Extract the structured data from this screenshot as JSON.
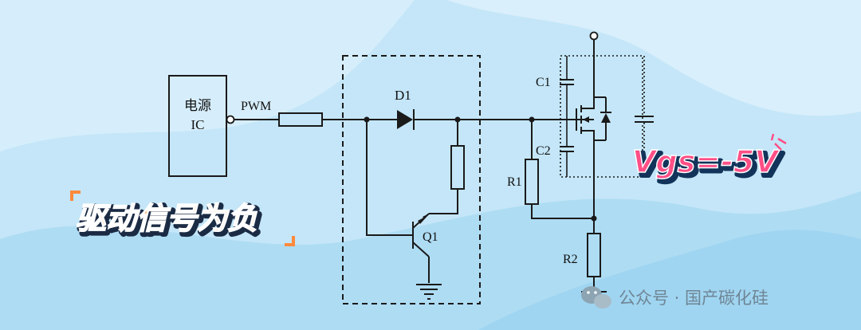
{
  "diagram": {
    "ic_label_line1": "电源",
    "ic_label_line2": "IC",
    "pwm_label": "PWM",
    "diode_label": "D1",
    "transistor_label": "Q1",
    "r1_label": "R1",
    "r2_label": "R2",
    "c1_label": "C1",
    "c2_label": "C2",
    "vgs_text": "Vgs=-5V",
    "caption": "驱动信号为负"
  },
  "watermark": {
    "text": "公众号 · 国产碳化硅",
    "icon": "wechat-icon"
  },
  "colors": {
    "background": "#bfe4f7",
    "vgs_fill": "#ff4f87",
    "caption_fill": "#ff8a3c"
  }
}
